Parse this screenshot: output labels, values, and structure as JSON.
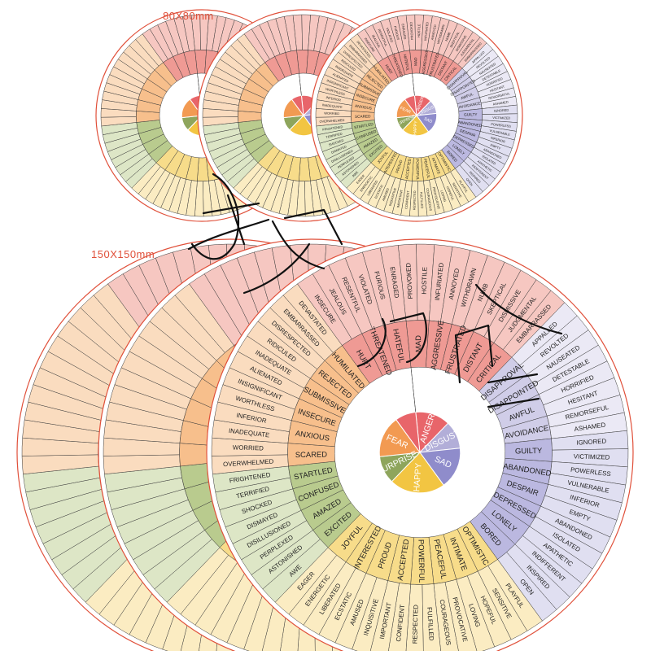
{
  "labels": {
    "small_size": "80X80mm",
    "large_size": "150X150mm"
  },
  "colors": {
    "outline": "#e0503a",
    "stroke": "#3a3a3a",
    "groups": {
      "anger": [
        "#e8656a",
        "#ef9a94",
        "#f6c7c1"
      ],
      "fear": [
        "#f29a52",
        "#f7bf8c",
        "#fadcbf"
      ],
      "surprise": [
        "#8ea55c",
        "#b9cb8e",
        "#dde6c6"
      ],
      "happy": [
        "#f2c542",
        "#f7dc8a",
        "#fbecc2"
      ],
      "sad": [
        "#8f8ccb",
        "#bbb8e0",
        "#e0dff1"
      ],
      "disgust": [
        "#b2aed8",
        "#d0cde8",
        "#ebe9f5"
      ]
    },
    "brush": "#111111"
  },
  "wheel": {
    "core": [
      {
        "group": "anger",
        "label": "ANGER",
        "mid": [
          "MAD",
          "AGGRESSIVE",
          "FRUSTRATED",
          "DISTANT",
          "CRITICAL"
        ]
      },
      {
        "group": "disgust",
        "label": "DISGUST",
        "mid": [
          "DISAPPROVAL",
          "DISAPPOINTED",
          "AWFUL",
          "AVOIDANCE"
        ]
      },
      {
        "group": "sad",
        "label": "SAD",
        "mid": [
          "GUILTY",
          "ABANDONED",
          "DESPAIR",
          "DEPRESSED",
          "LONELY",
          "BORED"
        ]
      },
      {
        "group": "happy",
        "label": "HAPPY",
        "mid": [
          "OPTIMISTIC",
          "INTIMATE",
          "PEACEFUL",
          "POWERFUL",
          "ACCEPTED",
          "PROUD",
          "INTERESTED",
          "JOYFUL"
        ]
      },
      {
        "group": "surprise",
        "label": "SURPRISE",
        "mid": [
          "EXCITED",
          "AMAZED",
          "CONFUSED",
          "STARTLED"
        ]
      },
      {
        "group": "fear",
        "label": "FEAR",
        "mid": [
          "SCARED",
          "ANXIOUS",
          "INSECURE",
          "SUBMISSIVE",
          "REJECTED",
          "HUMILIATED"
        ]
      },
      {
        "group": "anger",
        "label": "",
        "mid": [
          "HURT",
          "THREATENED",
          "HATEFUL"
        ]
      }
    ],
    "outer": [
      "PROVOKED",
      "HOSTILE",
      "INFURIATED",
      "ANNOYED",
      "WITHDRAWN",
      "NUMB",
      "SKEPTICAL",
      "DISMISSIVE",
      "JUDGMENTAL",
      "EMBARRASSED",
      "APPALLED",
      "REVOLTED",
      "NAUSEATED",
      "DETESTABLE",
      "HORRIFIED",
      "HESITANT",
      "REMORSEFUL",
      "ASHAMED",
      "IGNORED",
      "VICTIMIZED",
      "POWERLESS",
      "VULNERABLE",
      "INFERIOR",
      "EMPTY",
      "ABANDONED",
      "ISOLATED",
      "APATHETIC",
      "INDIFFERENT",
      "INSPIRED",
      "OPEN",
      "PLAYFUL",
      "SENSITIVE",
      "HOPEFUL",
      "LOVING",
      "PROVOCATIVE",
      "COURAGEOUS",
      "FULFILLED",
      "RESPECTED",
      "CONFIDENT",
      "IMPORTANT",
      "INQUISITIVE",
      "AMUSED",
      "ECSTATIC",
      "LIBERATED",
      "ENERGETIC",
      "EAGER",
      "AWE",
      "ASTONISHED",
      "PERPLEXED",
      "DISILLUSIONED",
      "DISMAYED",
      "SHOCKED",
      "TERRIFIED",
      "FRIGHTENED",
      "OVERWHELMED",
      "WORRIED",
      "INADEQUATE",
      "INFERIOR",
      "WORTHLESS",
      "INSIGNIFICANT",
      "ALIENATED",
      "INADEQUATE",
      "RIDICULED",
      "DISRESPECTED",
      "EMBARRASSED",
      "DEVASTATED",
      "INSECURE",
      "JEALOUS",
      "RESENTFUL",
      "VIOLATED",
      "FURIOUS",
      "ENRAGED"
    ]
  }
}
